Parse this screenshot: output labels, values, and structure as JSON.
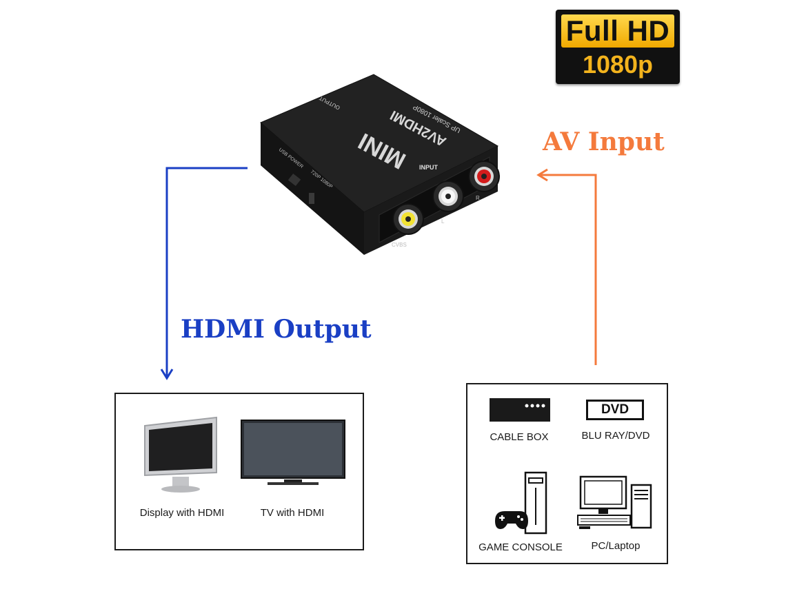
{
  "badge": {
    "line1": "Full HD",
    "line2": "1080p"
  },
  "labels": {
    "av_input": "AV Input",
    "hdmi_output": "HDMI Output"
  },
  "device": {
    "brand": "MINI",
    "model": "AV2HDMI",
    "subtitle": "UP Scaler 1080P",
    "output_label": "OUTPUT",
    "input_label": "INPUT",
    "usb_label": "USB POWER",
    "switch_label": "720P 1080P",
    "port_labels": [
      "CVBS",
      "L",
      "R"
    ]
  },
  "output_devices": [
    {
      "label": "Display with HDMI",
      "icon": "monitor-icon"
    },
    {
      "label": "TV with HDMI",
      "icon": "tv-icon"
    }
  ],
  "input_devices": [
    {
      "label": "CABLE BOX",
      "icon": "cable-box-icon"
    },
    {
      "label": "BLU RAY/DVD",
      "icon": "dvd-icon",
      "icon_text": "DVD"
    },
    {
      "label": "GAME CONSOLE",
      "icon": "game-console-icon"
    },
    {
      "label": "PC/Laptop",
      "icon": "pc-icon"
    }
  ],
  "colors": {
    "av_arrow": "#f47a3c",
    "hdmi_arrow": "#1a3fc4",
    "badge_gold": "#f3b31d"
  }
}
